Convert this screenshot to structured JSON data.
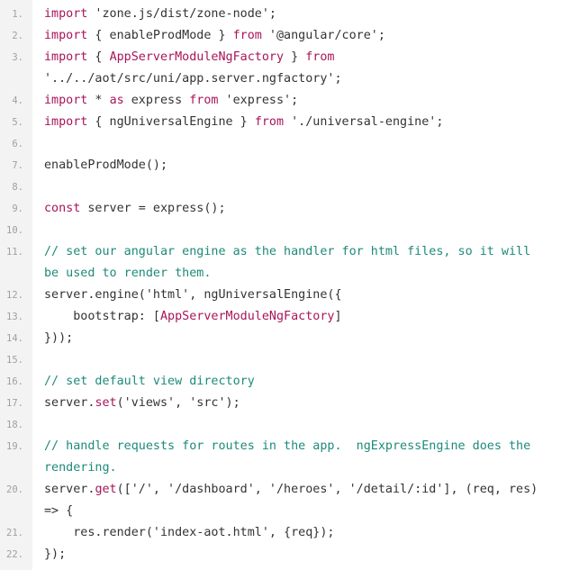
{
  "colors": {
    "keyword": "#a8155a",
    "comment": "#1d8a7a",
    "plain": "#333333",
    "line_number": "#a0a0a0",
    "gutter_bg": "#f3f3f3"
  },
  "code": {
    "lines": [
      {
        "num": "1.",
        "visual": [
          [
            [
              "kw",
              "import"
            ],
            [
              "plain",
              " 'zone.js/dist/zone-node';"
            ]
          ]
        ]
      },
      {
        "num": "2.",
        "visual": [
          [
            [
              "kw",
              "import"
            ],
            [
              "plain",
              " { enableProdMode } "
            ],
            [
              "kw",
              "from"
            ],
            [
              "plain",
              " '@angular/core';"
            ]
          ]
        ]
      },
      {
        "num": "3.",
        "visual": [
          [
            [
              "kw",
              "import"
            ],
            [
              "plain",
              " { "
            ],
            [
              "kw",
              "AppServerModuleNgFactory"
            ],
            [
              "plain",
              " } "
            ],
            [
              "kw",
              "from"
            ]
          ],
          [
            [
              "plain",
              "'../../aot/src/uni/app.server.ngfactory';"
            ]
          ]
        ]
      },
      {
        "num": "4.",
        "visual": [
          [
            [
              "kw",
              "import"
            ],
            [
              "plain",
              " * "
            ],
            [
              "kw",
              "as"
            ],
            [
              "plain",
              " express "
            ],
            [
              "kw",
              "from"
            ],
            [
              "plain",
              " 'express';"
            ]
          ]
        ]
      },
      {
        "num": "5.",
        "visual": [
          [
            [
              "kw",
              "import"
            ],
            [
              "plain",
              " { ngUniversalEngine } "
            ],
            [
              "kw",
              "from"
            ],
            [
              "plain",
              " './universal-engine';"
            ]
          ]
        ]
      },
      {
        "num": "6.",
        "visual": [
          [
            [
              "plain",
              ""
            ]
          ]
        ]
      },
      {
        "num": "7.",
        "visual": [
          [
            [
              "plain",
              "enableProdMode();"
            ]
          ]
        ]
      },
      {
        "num": "8.",
        "visual": [
          [
            [
              "plain",
              ""
            ]
          ]
        ]
      },
      {
        "num": "9.",
        "visual": [
          [
            [
              "kw",
              "const"
            ],
            [
              "plain",
              " server = express();"
            ]
          ]
        ]
      },
      {
        "num": "10.",
        "visual": [
          [
            [
              "plain",
              ""
            ]
          ]
        ]
      },
      {
        "num": "11.",
        "visual": [
          [
            [
              "comment",
              "// set our angular engine as the handler for html files, so it will"
            ]
          ],
          [
            [
              "comment",
              "be used to render them."
            ]
          ]
        ]
      },
      {
        "num": "12.",
        "visual": [
          [
            [
              "plain",
              "server.engine('html', ngUniversalEngine({"
            ]
          ]
        ]
      },
      {
        "num": "13.",
        "visual": [
          [
            [
              "plain",
              "    bootstrap: ["
            ],
            [
              "kw",
              "AppServerModuleNgFactory"
            ],
            [
              "plain",
              "]"
            ]
          ]
        ]
      },
      {
        "num": "14.",
        "visual": [
          [
            [
              "plain",
              "}));"
            ]
          ]
        ]
      },
      {
        "num": "15.",
        "visual": [
          [
            [
              "plain",
              ""
            ]
          ]
        ]
      },
      {
        "num": "16.",
        "visual": [
          [
            [
              "comment",
              "// set default view directory"
            ]
          ]
        ]
      },
      {
        "num": "17.",
        "visual": [
          [
            [
              "plain",
              "server."
            ],
            [
              "kw",
              "set"
            ],
            [
              "plain",
              "('views', 'src');"
            ]
          ]
        ]
      },
      {
        "num": "18.",
        "visual": [
          [
            [
              "plain",
              ""
            ]
          ]
        ]
      },
      {
        "num": "19.",
        "visual": [
          [
            [
              "comment",
              "// handle requests for routes in the app.  ngExpressEngine does the"
            ]
          ],
          [
            [
              "comment",
              "rendering."
            ]
          ]
        ]
      },
      {
        "num": "20.",
        "visual": [
          [
            [
              "plain",
              "server."
            ],
            [
              "kw",
              "get"
            ],
            [
              "plain",
              "(['/', '/dashboard', '/heroes', '/detail/:id'], (req, res)"
            ]
          ],
          [
            [
              "plain",
              "=> {"
            ]
          ]
        ]
      },
      {
        "num": "21.",
        "visual": [
          [
            [
              "plain",
              "    res.render('index-aot.html', {req});"
            ]
          ]
        ]
      },
      {
        "num": "22.",
        "visual": [
          [
            [
              "plain",
              "});"
            ]
          ]
        ]
      }
    ]
  }
}
